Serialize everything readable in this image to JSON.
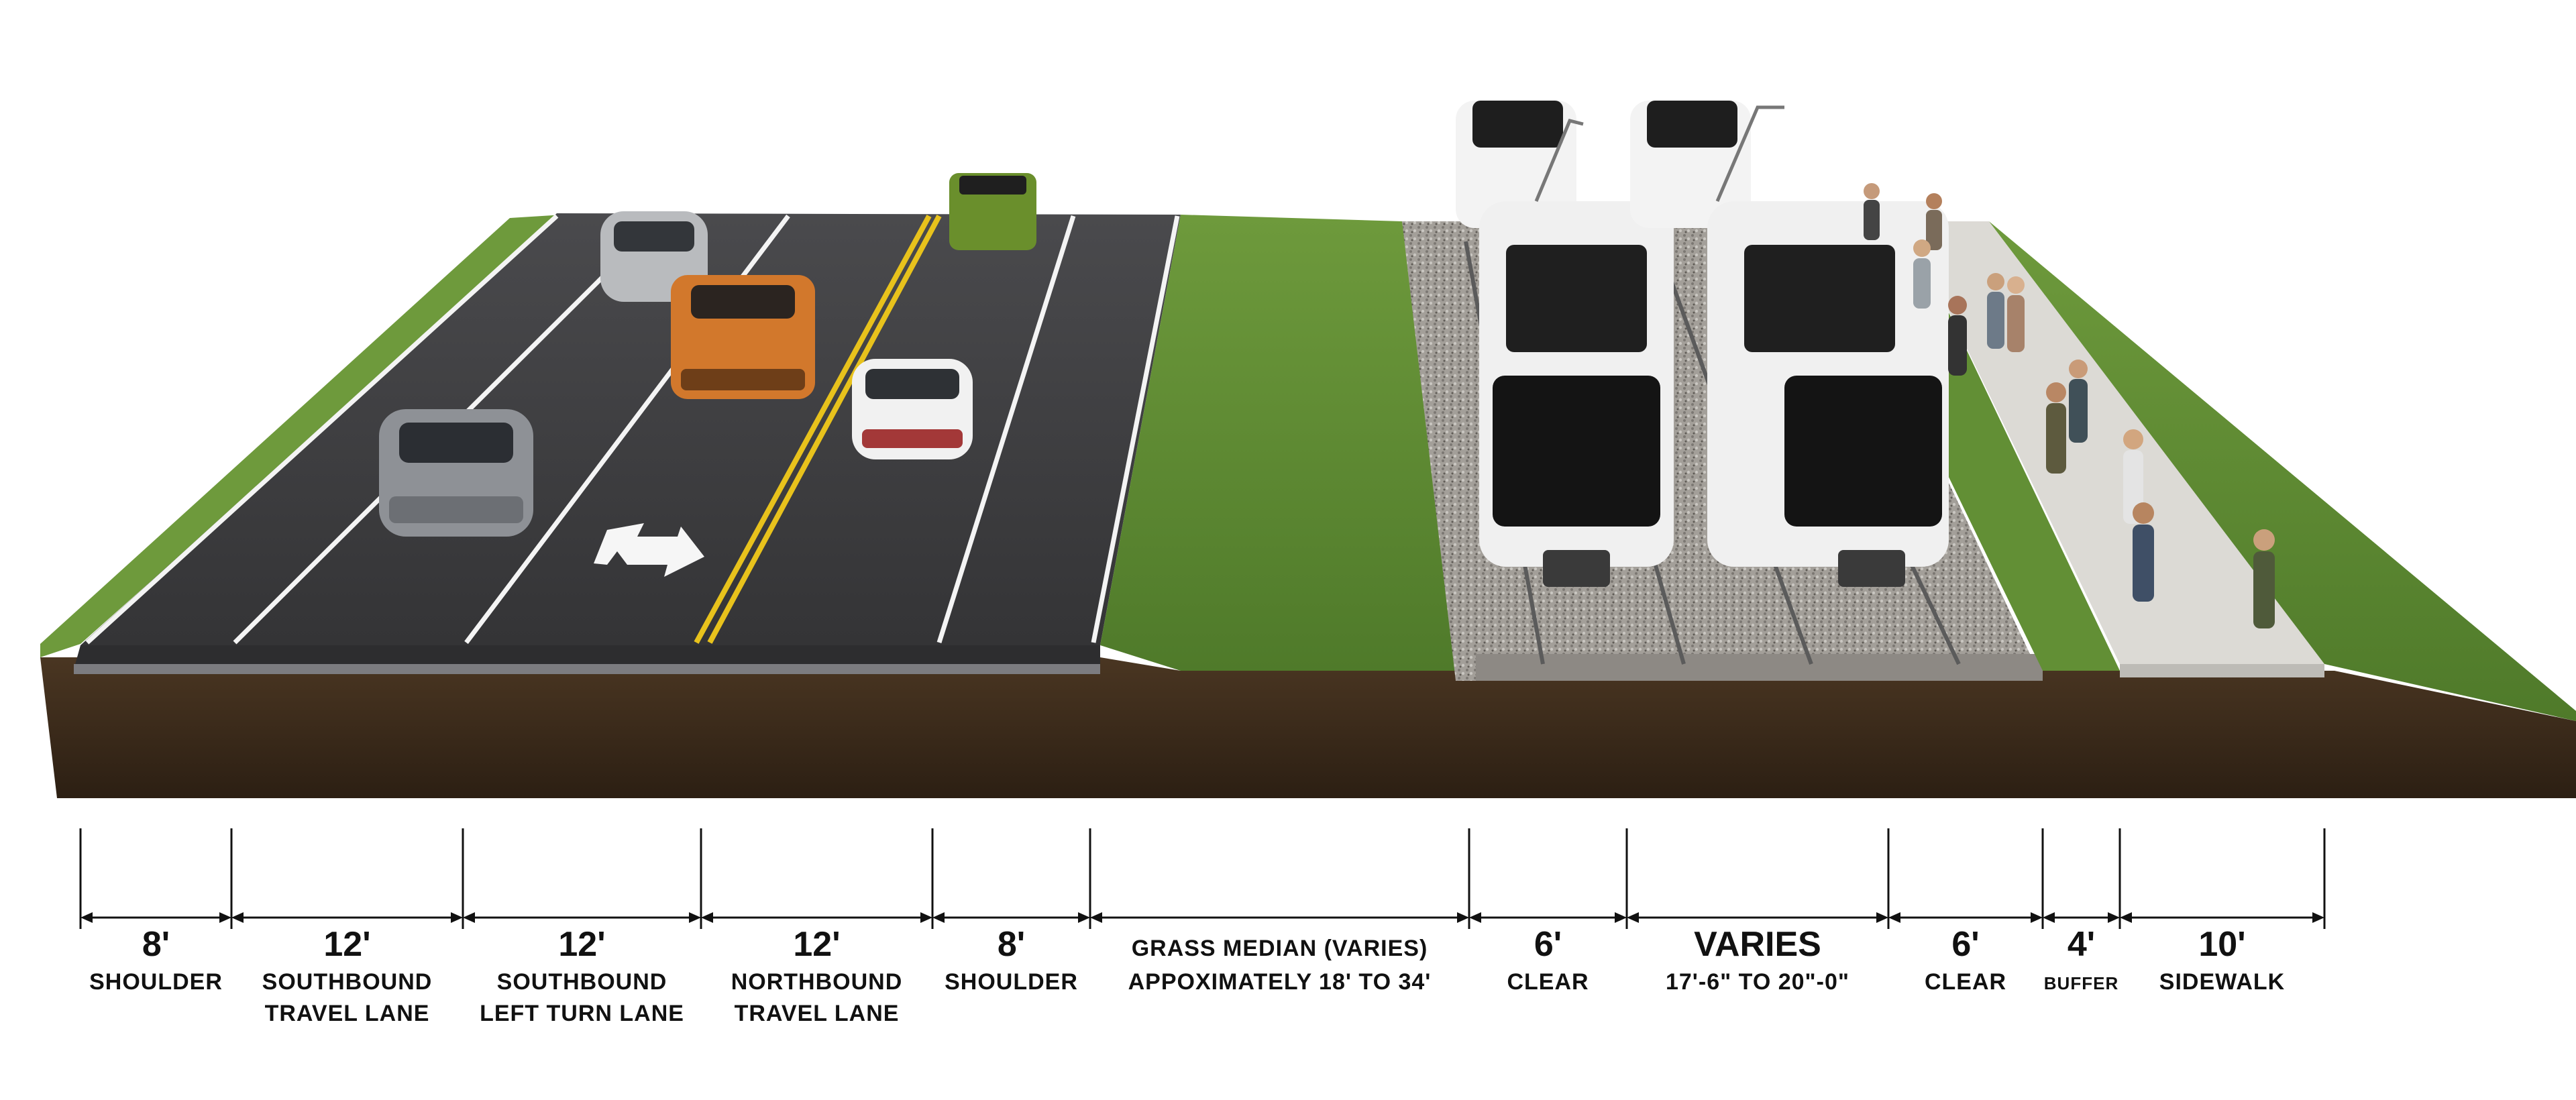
{
  "segments": [
    {
      "value": "8'",
      "label_line1": "SHOULDER",
      "label_line2": ""
    },
    {
      "value": "12'",
      "label_line1": "SOUTHBOUND",
      "label_line2": "TRAVEL LANE"
    },
    {
      "value": "12'",
      "label_line1": "SOUTHBOUND",
      "label_line2": "LEFT TURN LANE"
    },
    {
      "value": "12'",
      "label_line1": "NORTHBOUND",
      "label_line2": "TRAVEL LANE"
    },
    {
      "value": "8'",
      "label_line1": "SHOULDER",
      "label_line2": ""
    },
    {
      "value": "GRASS MEDIAN (VARIES)",
      "label_line1": "APPOXIMATELY 18' TO 34'",
      "label_line2": ""
    },
    {
      "value": "6'",
      "label_line1": "CLEAR",
      "label_line2": ""
    },
    {
      "value": "VARIES",
      "label_line1": "17'-6\" TO 20\"-0\"",
      "label_line2": ""
    },
    {
      "value": "6'",
      "label_line1": "CLEAR",
      "label_line2": ""
    },
    {
      "value": "4'",
      "label_line1": "BUFFER",
      "label_line2": ""
    },
    {
      "value": "10'",
      "label_line1": "SIDEWALK",
      "label_line2": ""
    }
  ],
  "colors": {
    "soil": "#3e2c1c",
    "soil_dark": "#2a1d12",
    "asphalt": "#3a3a3c",
    "grass": "#5f8c34",
    "grass_light": "#79a444",
    "ballast": "#9e9a94",
    "sidewalk": "#dcdad5",
    "yellow_line": "#e8c21c",
    "train_body": "#f2f2f2",
    "train_roof": "#1e1e1e"
  }
}
